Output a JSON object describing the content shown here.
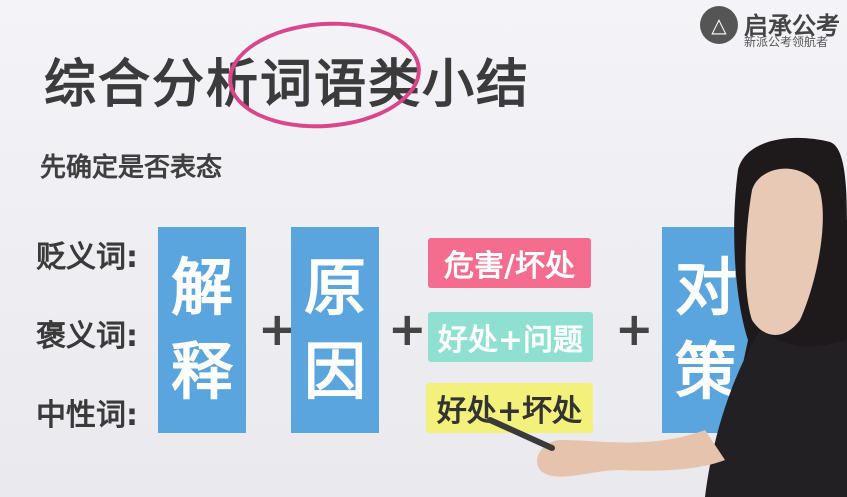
{
  "title": "综合分析词语类小结",
  "subtitle": "先确定是否表态",
  "logo": {
    "icon": "logo-icon",
    "name": "启承公考",
    "tagline": "新派公考领航者"
  },
  "row_labels": [
    "贬义词:",
    "褒义词:",
    "中性词:"
  ],
  "columns": {
    "explain": [
      "解",
      "释"
    ],
    "cause": [
      "原",
      "因"
    ],
    "solution": [
      "对",
      "策"
    ]
  },
  "operators": {
    "plus": "+"
  },
  "tags": {
    "harm": "危害/坏处",
    "both": "好处+问题",
    "mixed": "好处+坏处"
  },
  "colors": {
    "column_blue": "#5aa5de",
    "tag_pink": "#f56d8e",
    "tag_teal": "#8fe0d0",
    "tag_yellow": "#f3f07b",
    "circle_magenta": "#d9468a"
  }
}
